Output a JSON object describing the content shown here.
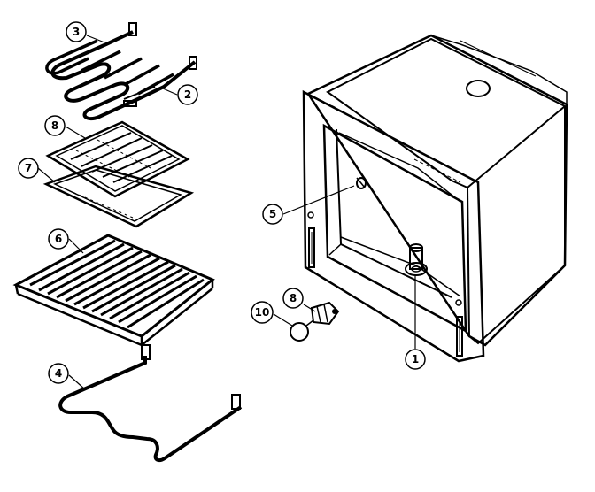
{
  "diagram": {
    "callouts": [
      {
        "id": "1",
        "label": "1",
        "part": "oven-cavity-fitting"
      },
      {
        "id": "2",
        "label": "2",
        "part": "broil-element"
      },
      {
        "id": "3",
        "label": "3",
        "part": "broil-element-terminal"
      },
      {
        "id": "4",
        "label": "4",
        "part": "bake-element"
      },
      {
        "id": "5",
        "label": "5",
        "part": "rear-wall-fastener"
      },
      {
        "id": "6",
        "label": "6",
        "part": "oven-rack"
      },
      {
        "id": "7",
        "label": "7",
        "part": "broiler-pan"
      },
      {
        "id": "8a",
        "label": "8",
        "part": "broiler-pan-grid"
      },
      {
        "id": "8b",
        "label": "8",
        "part": "oven-light-socket"
      },
      {
        "id": "10",
        "label": "10",
        "part": "oven-light-bulb"
      }
    ],
    "colors": {
      "ink": "#000000",
      "background": "#ffffff"
    }
  }
}
